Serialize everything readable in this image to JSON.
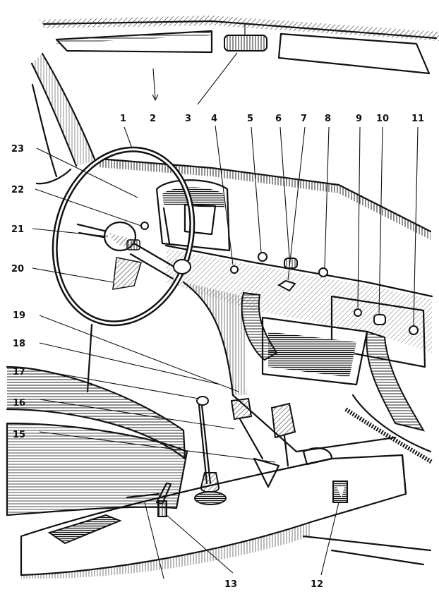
{
  "figure": {
    "callouts": [
      "1",
      "2",
      "3",
      "4",
      "5",
      "6",
      "7",
      "8",
      "9",
      "10",
      "11",
      "12",
      "13",
      "15",
      "16",
      "17",
      "18",
      "19",
      "20",
      "21",
      "22",
      "23"
    ],
    "ink_color": "#111111",
    "paper_color": "#ffffff"
  }
}
